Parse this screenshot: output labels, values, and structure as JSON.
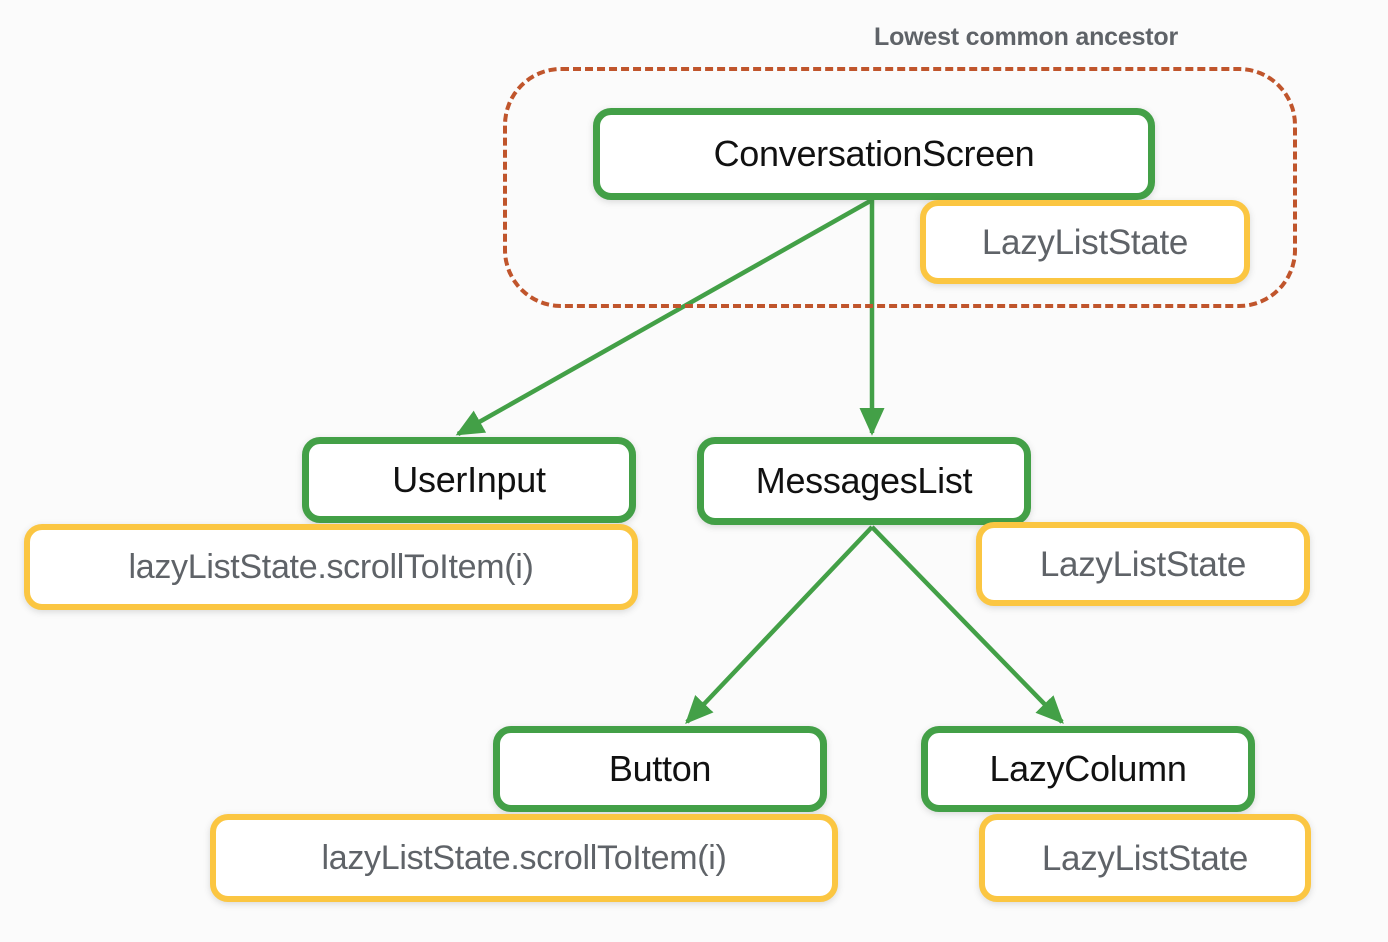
{
  "diagram": {
    "title_label": "Lowest common ancestor",
    "colors": {
      "composable_border": "#43a047",
      "state_border": "#fbc642",
      "region_border": "#c0552c",
      "edge": "#43a047",
      "label_text": "#5f6368",
      "node_text": "#111111",
      "background": "#fbfbfb"
    },
    "nodes": [
      {
        "id": "conversationscreen",
        "label": "ConversationScreen",
        "type": "composable"
      },
      {
        "id": "userinput",
        "label": "UserInput",
        "type": "composable"
      },
      {
        "id": "messageslist",
        "label": "MessagesList",
        "type": "composable"
      },
      {
        "id": "button",
        "label": "Button",
        "type": "composable"
      },
      {
        "id": "lazycolumn",
        "label": "LazyColumn",
        "type": "composable"
      }
    ],
    "state_chips": [
      {
        "id": "state-conversationscreen",
        "label": "LazyListState",
        "owner": "conversationscreen"
      },
      {
        "id": "state-userinput",
        "label": "lazyListState.scrollToItem(i)",
        "owner": "userinput"
      },
      {
        "id": "state-messageslist",
        "label": "LazyListState",
        "owner": "messageslist"
      },
      {
        "id": "state-button",
        "label": "lazyListState.scrollToItem(i)",
        "owner": "button"
      },
      {
        "id": "state-lazycolumn",
        "label": "LazyListState",
        "owner": "lazycolumn"
      }
    ],
    "edges": [
      {
        "from": "conversationscreen",
        "to": "userinput"
      },
      {
        "from": "conversationscreen",
        "to": "messageslist"
      },
      {
        "from": "messageslist",
        "to": "button"
      },
      {
        "from": "messageslist",
        "to": "lazycolumn"
      }
    ],
    "region": {
      "label": "Lowest common ancestor",
      "contains": [
        "conversationscreen",
        "state-conversationscreen"
      ]
    }
  }
}
